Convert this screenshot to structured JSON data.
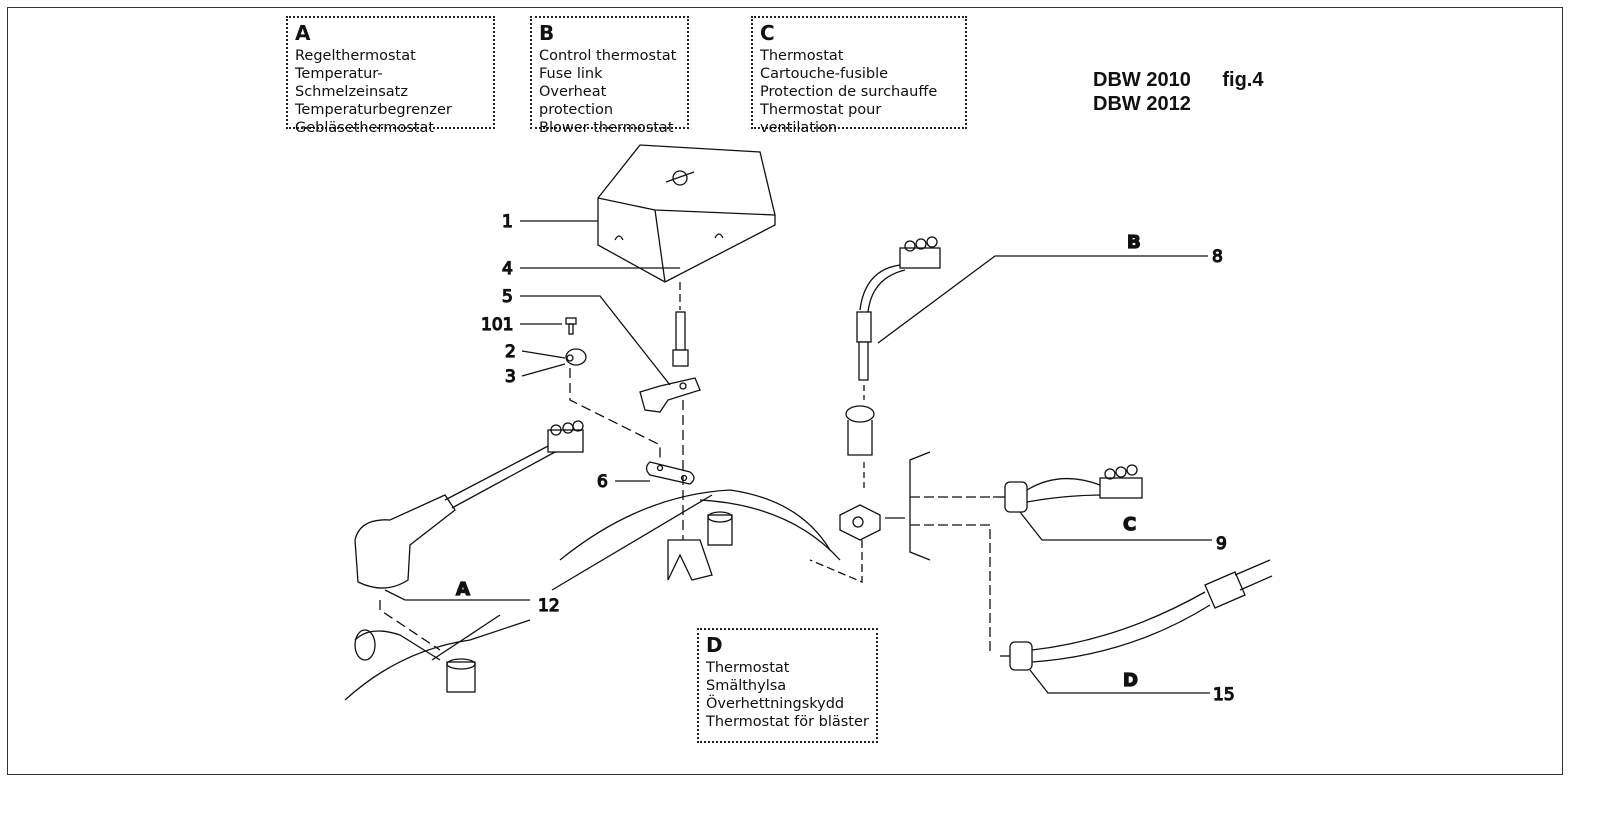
{
  "title": {
    "model_1": "DBW 2010",
    "figure": "fig.4",
    "model_2": "DBW 2012"
  },
  "legend": [
    {
      "letter": "A",
      "items": [
        "Regelthermostat",
        "Temperatur-Schmelzeinsatz",
        "Temperaturbegrenzer",
        "Gebläsethermostat"
      ]
    },
    {
      "letter": "B",
      "items": [
        "Control thermostat",
        "Fuse link",
        "Overheat protection",
        "Blower thermostat"
      ]
    },
    {
      "letter": "C",
      "items": [
        "Thermostat",
        "Cartouche-fusible",
        "Protection de surchauffe",
        "Thermostat pour ventilation"
      ]
    },
    {
      "letter": "D",
      "items": [
        "Thermostat",
        "Smälthylsa",
        "Överhettningskydd",
        "Thermostat för bläster"
      ]
    }
  ],
  "callouts": {
    "p1": "1",
    "p4": "4",
    "p5": "5",
    "p101": "101",
    "p2": "2",
    "p3": "3",
    "p6": "6",
    "p12": "12",
    "p8": "8",
    "p9": "9",
    "p15": "15",
    "letter_a": "A",
    "letter_b": "B",
    "letter_c": "C",
    "letter_d": "D"
  }
}
